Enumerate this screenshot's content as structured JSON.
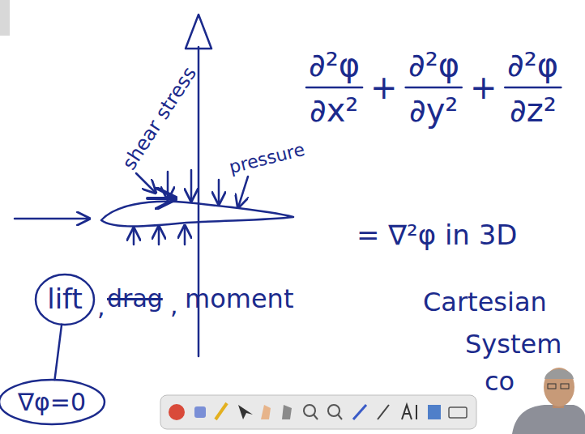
{
  "diagram": {
    "nodes": [
      {
        "text": [
          "lift"
        ]
      },
      {
        "text": [
          "∇φ=0"
        ]
      }
    ],
    "edges": [
      {
        "from": 0,
        "to": 1,
        "arrow": "none"
      }
    ],
    "labels": [
      "shear stress",
      "pressure",
      "drag",
      ",",
      ",",
      "moment",
      "∂²φ",
      "∂x²",
      "+",
      "∂²φ",
      "∂y²",
      "+",
      "∂²φ",
      "∂z²",
      "= ∇²φ in 3D",
      "Cartesian",
      "System",
      "co"
    ]
  }
}
